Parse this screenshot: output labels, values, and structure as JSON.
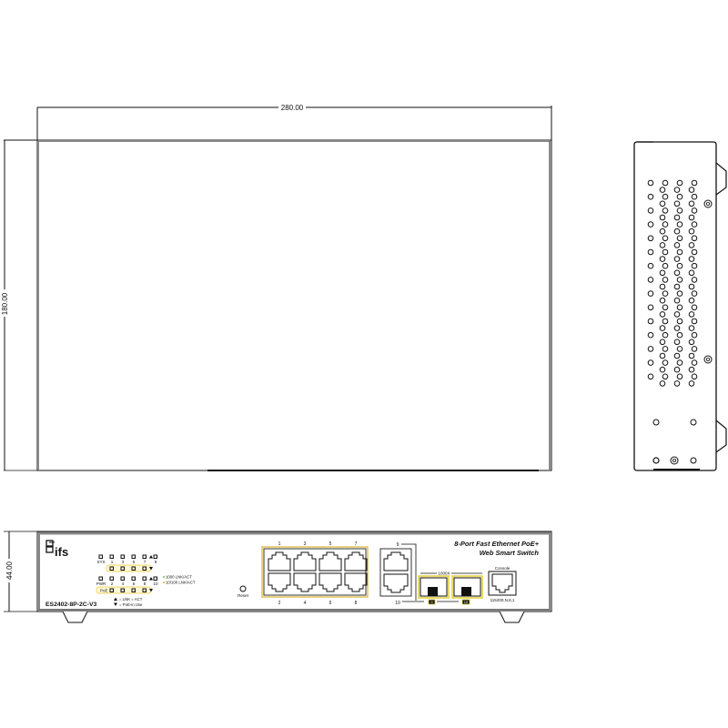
{
  "dimensions": {
    "width_label": "280.00",
    "depth_label": "180.00",
    "height_label": "44.00"
  },
  "front_panel": {
    "brand": "ifs",
    "model": "ES2402-8P-2C-V3",
    "title_line1": "8-Port Fast Ethernet PoE+",
    "title_line2": "Web Smart Switch",
    "reset_label": "Reset",
    "led_rows": {
      "top_labels": [
        "SYS",
        "1",
        "3",
        "5",
        "7",
        "9"
      ],
      "bottom_labels": [
        "PWR",
        "2",
        "4",
        "6",
        "8",
        "10"
      ],
      "poe_label": "PoE"
    },
    "led_legend": {
      "speed_1000": "1000  LNK/ACT",
      "speed_10_100": "10/100 LNK/ACT",
      "lnk_act": "= LNK  = ACT",
      "poe_in_use": "= PoE-in Use"
    },
    "rj45_top_numbers": [
      "1",
      "3",
      "5",
      "7"
    ],
    "rj45_bottom_numbers": [
      "2",
      "4",
      "6",
      "8"
    ],
    "uplink_top": "9",
    "uplink_bottom": "10",
    "sfp_group_label": "1000X",
    "sfp_labels": [
      "9",
      "10"
    ],
    "console_label": "Console",
    "console_baud": "115200,N,8,1"
  },
  "colors": {
    "line": "#111111",
    "panel_edge": "#7a7a7a",
    "highlight_yellow": "#f2d66b",
    "highlight_fill": "#fff8d6",
    "led_green": "#6bbf59",
    "led_amber": "#e8b23a"
  }
}
